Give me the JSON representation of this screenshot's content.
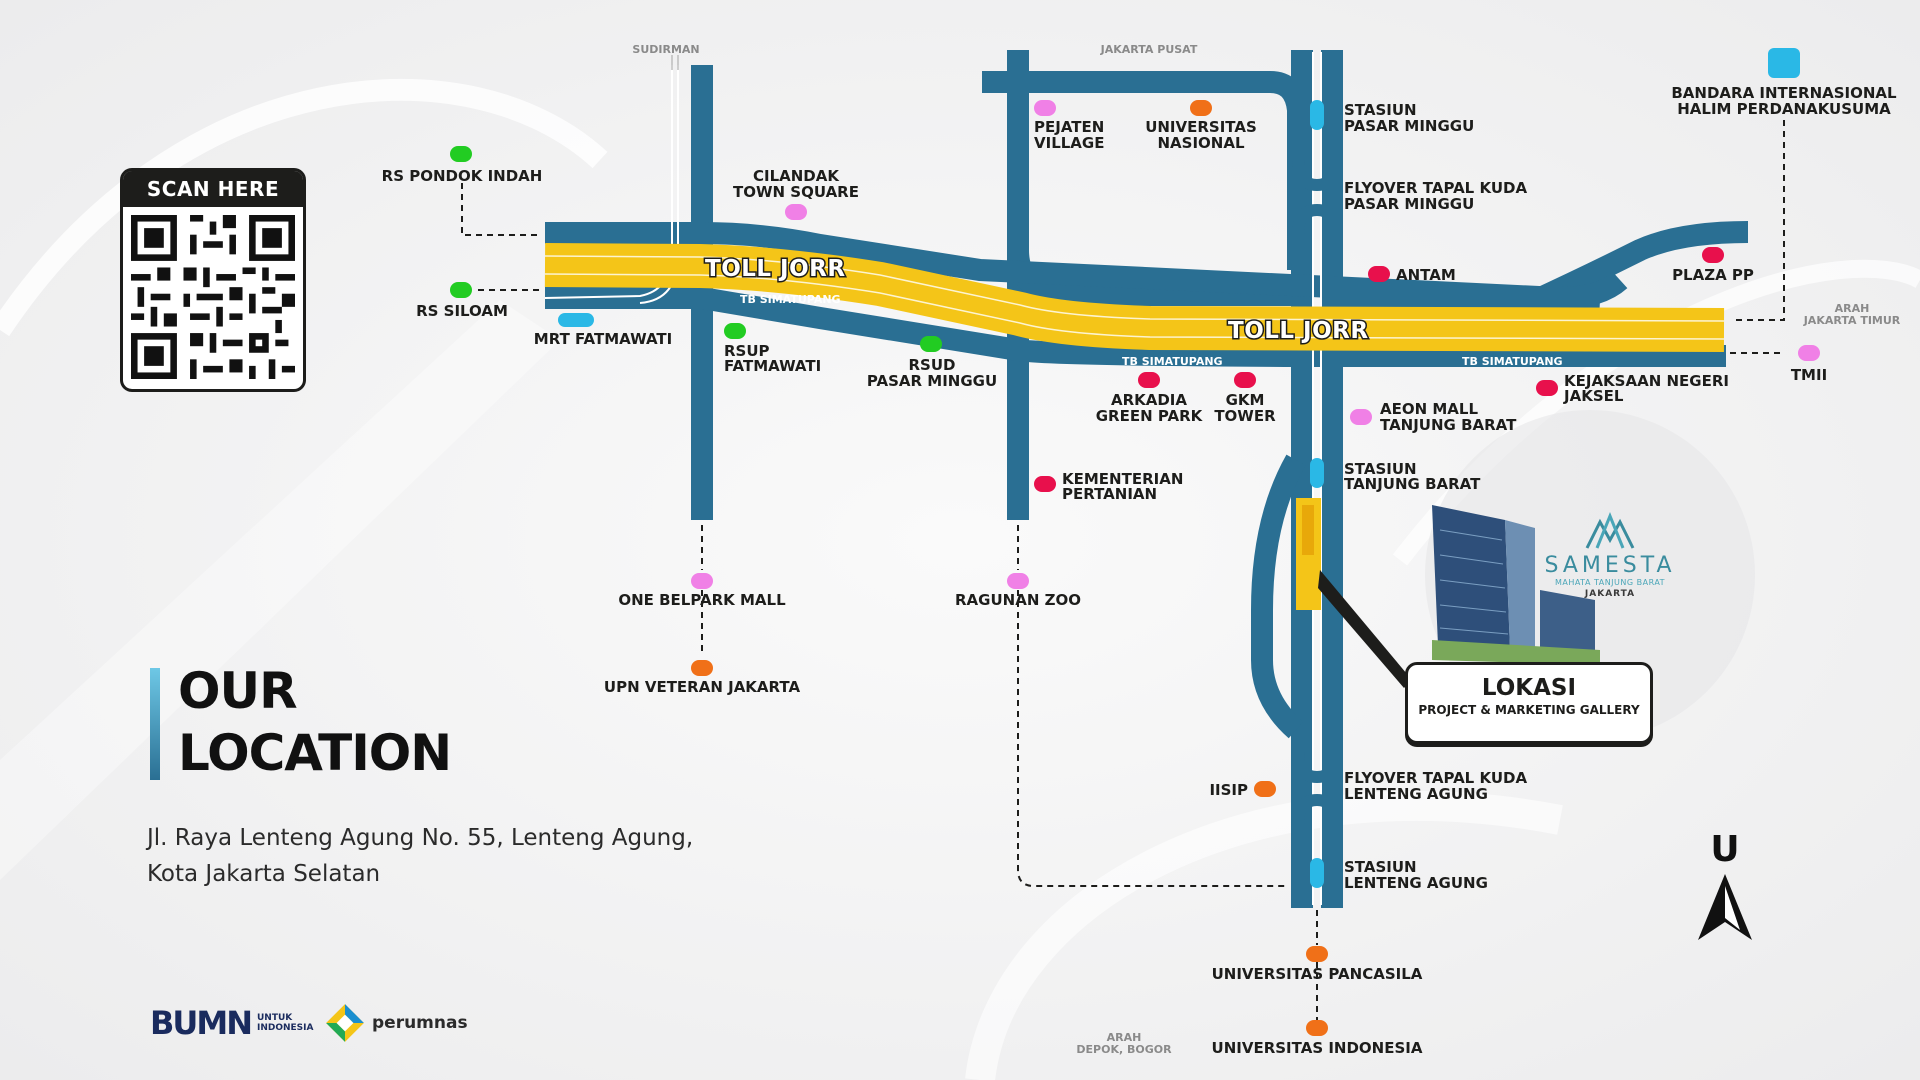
{
  "qr": {
    "title": "SCAN HERE"
  },
  "heading": {
    "line1": "OUR",
    "line2": "LOCATION"
  },
  "address": {
    "line1": "Jl. Raya Lenteng Agung No. 55, Lenteng Agung,",
    "line2": "Kota Jakarta Selatan"
  },
  "logos": {
    "bumn_mark": "BUMN",
    "bumn_sub1": "UNTUK",
    "bumn_sub2": "INDONESIA",
    "perumnas": "perumnas"
  },
  "brand": {
    "name": "SAMESTA",
    "tagline": "MAHATA TANJUNG BARAT",
    "city": "JAKARTA"
  },
  "callout": {
    "title": "LOKASI",
    "subtitle": "PROJECT & MARKETING GALLERY"
  },
  "compass": {
    "letter": "U"
  },
  "colors": {
    "road": "#2a6f93",
    "toll": "#f4c518",
    "pink": "#f080e6",
    "orange": "#f07018",
    "green": "#22cc22",
    "red": "#e8104c",
    "cyan": "#2ab8e6"
  },
  "map": {
    "directions": {
      "sudirman": "SUDIRMAN",
      "jakarta_pusat": "JAKARTA PUSAT",
      "jakarta_timur1": "ARAH",
      "jakarta_timur2": "JAKARTA TIMUR",
      "depok1": "ARAH",
      "depok2": "DEPOK, BOGOR"
    },
    "roads": {
      "toll1": "TOLL JORR",
      "toll2": "TOLL JORR",
      "tb1": "TB SIMATUPANG",
      "tb2": "TB SIMATUPANG",
      "tb3": "TB SIMATUPANG"
    },
    "labels": {
      "rs_pondok_indah": "RS PONDOK INDAH",
      "rs_siloam": "RS SILOAM",
      "mrt_fatmawati": "MRT FATMAWATI",
      "cilandak1": "CILANDAK",
      "cilandak2": "TOWN SQUARE",
      "rsup1": "RSUP",
      "rsup2": "FATMAWATI",
      "rsud1": "RSUD",
      "rsud2": "PASAR MINGGU",
      "pejaten1": "PEJATEN",
      "pejaten2": "VILLAGE",
      "unas1": "UNIVERSITAS",
      "unas2": "NASIONAL",
      "st_pm1": "STASIUN",
      "st_pm2": "PASAR MINGGU",
      "fly_pm1": "FLYOVER TAPAL KUDA",
      "fly_pm2": "PASAR MINGGU",
      "antam": "ANTAM",
      "plaza_pp": "PLAZA PP",
      "bandara1": "BANDARA INTERNASIONAL",
      "bandara2": "HALIM PERDANAKUSUMA",
      "tmii": "TMII",
      "arkadia1": "ARKADIA",
      "arkadia2": "GREEN PARK",
      "gkm1": "GKM",
      "gkm2": "TOWER",
      "kejaksaan1": "KEJAKSAAN NEGERI",
      "kejaksaan2": "JAKSEL",
      "aeon1": "AEON MALL",
      "aeon2": "TANJUNG BARAT",
      "kementerian1": "KEMENTERIAN",
      "kementerian2": "PERTANIAN",
      "st_tb1": "STASIUN",
      "st_tb2": "TANJUNG BARAT",
      "one_belpark": "ONE BELPARK MALL",
      "ragunan": "RAGUNAN ZOO",
      "upn": "UPN VETERAN JAKARTA",
      "iisip": "IISIP",
      "fly_la1": "FLYOVER TAPAL KUDA",
      "fly_la2": "LENTENG AGUNG",
      "st_la1": "STASIUN",
      "st_la2": "LENTENG AGUNG",
      "pancasila": "UNIVERSITAS PANCASILA",
      "ui": "UNIVERSITAS INDONESIA"
    }
  }
}
